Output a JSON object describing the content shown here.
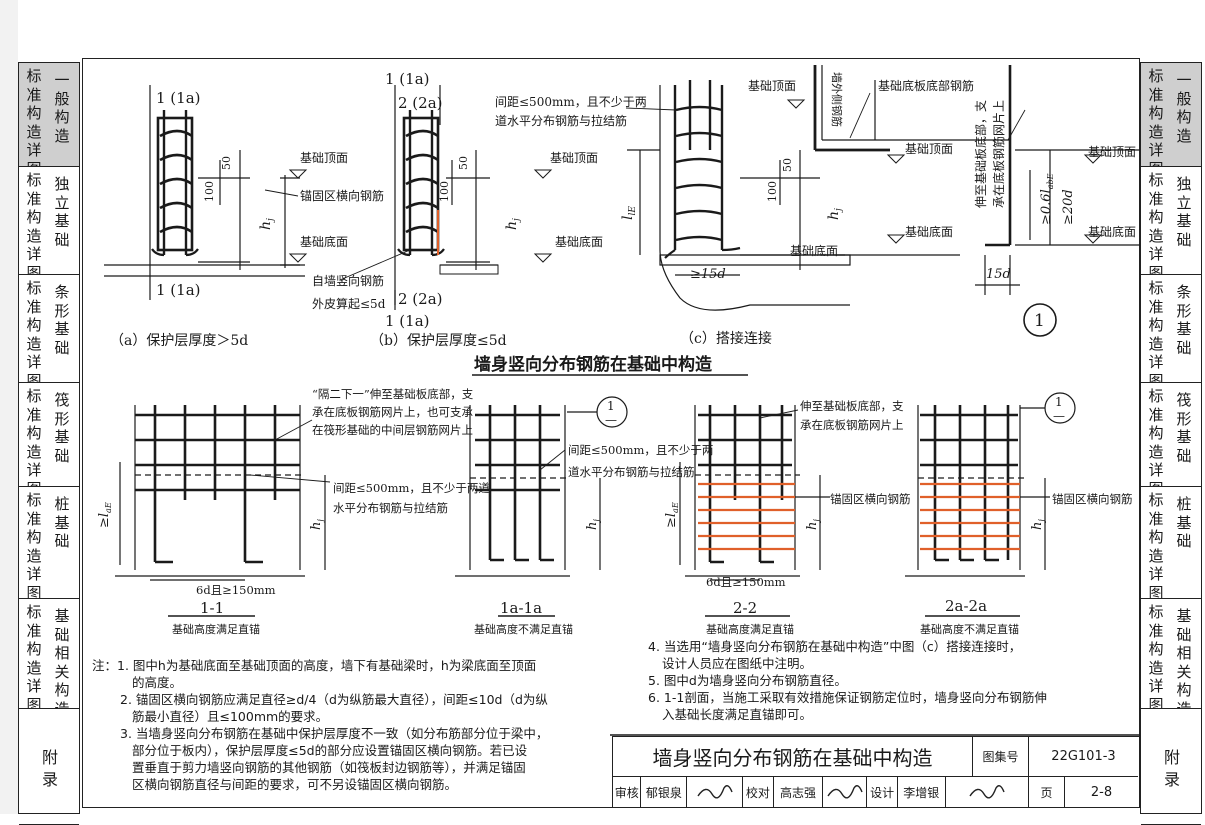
{
  "left_tabs": [
    {
      "a": "标准构造详图",
      "b": "一般构造",
      "active": true
    },
    {
      "a": "标准构造详图",
      "b": "独立基础",
      "active": false
    },
    {
      "a": "标准构造详图",
      "b": "条形基础",
      "active": false
    },
    {
      "a": "标准构造详图",
      "b": "筏形基础",
      "active": false
    },
    {
      "a": "标准构造详图",
      "b": "桩基础",
      "active": false
    },
    {
      "a": "标准构造详图",
      "b": "基础相关构造",
      "active": false
    },
    {
      "a": "附录",
      "b": "",
      "active": false
    }
  ],
  "right_tabs": [
    {
      "a": "标准构造详图",
      "b": "一般构造",
      "active": true
    },
    {
      "a": "标准构造详图",
      "b": "独立基础",
      "active": false
    },
    {
      "a": "标准构造详图",
      "b": "条形基础",
      "active": false
    },
    {
      "a": "标准构造详图",
      "b": "筏形基础",
      "active": false
    },
    {
      "a": "标准构造详图",
      "b": "桩基础",
      "active": false
    },
    {
      "a": "标准构造详图",
      "b": "基础相关构造",
      "active": false
    },
    {
      "a": "附录",
      "b": "",
      "active": false
    }
  ],
  "top": {
    "a": {
      "cap_top": "1 (1a)",
      "cap_bot": "1 (1a)",
      "d50": "50",
      "d100": "100",
      "dim": "h",
      "dim_sub": "j",
      "caption": "（a）保护层厚度＞5d"
    },
    "b": {
      "cap_top1": "1 (1a)",
      "cap_top2": "2 (2a)",
      "cap_bot1": "2 (2a)",
      "cap_bot2": "1 (1a)",
      "d50": "50",
      "d100": "100",
      "dim": "h",
      "dim_sub": "j",
      "lbl_top": "基础顶面",
      "lbl_anchor": "锚固区横向钢筋",
      "lbl_bot": "基础底面",
      "lbl_note1": "自墙竖向钢筋",
      "lbl_note2": "外皮算起≤5d",
      "caption": "（b）保护层厚度≤5d"
    },
    "c": {
      "spacing1": "间距≤500mm，且不少于两",
      "spacing2": "道水平分布钢筋与拉结筋",
      "lbl_top": "基础顶面",
      "lbl_bot": "基础底面",
      "d50": "50",
      "d100": "100",
      "dim": "h",
      "dim_sub": "j",
      "lap": "l",
      "lap_sub": "lE",
      "d15": "≥15d",
      "caption": "（c）搭接连接"
    },
    "d": {
      "lbl_top_c": "基础顶面",
      "lbl_bot_c": "基础底面",
      "lbl_wall": "墙外侧钢筋",
      "lbl_mat": "基础底板底部钢筋",
      "lbl_top": "基础顶面",
      "lbl_bot": "基础底面",
      "note1": "伸至基础板底部，支",
      "note2": "承在底板钢筋网片上",
      "d06": "≥0.6l",
      "d06_sub": "abE",
      "d20": "≥20d",
      "d15": "15d",
      "marker": "1"
    }
  },
  "section_title": "墙身竖向分布钢筋在基础中构造",
  "sections": {
    "s1": {
      "note1": "“隔二下一”伸至基础板底部，支",
      "note2": "承在底板钢筋网片上，也可支承",
      "note3": "在筏形基础的中间层钢筋网片上",
      "spacing1": "间距≤500mm，且不少于两道",
      "spacing2": "水平分布钢筋与拉结筋",
      "lae": "≥l",
      "lae_sub": "aE",
      "hj": "h",
      "hj_sub": "j",
      "bottom": "6d且≥150mm",
      "title": "1-1",
      "sub": "基础高度满足直锚"
    },
    "s1a": {
      "spacing1": "间距≤500mm，且不少于两",
      "spacing2": "道水平分布钢筋与拉结筋",
      "hj": "h",
      "hj_sub": "j",
      "title": "1a-1a",
      "sub": "基础高度不满足直锚",
      "ref_top": "1",
      "ref_bot": "—"
    },
    "s2": {
      "note1": "伸至基础板底部，支",
      "note2": "承在底板钢筋网片上",
      "anchor": "锚固区横向钢筋",
      "lae": "≥l",
      "lae_sub": "aE",
      "hj": "h",
      "hj_sub": "j",
      "bottom": "6d且≥150mm",
      "title": "2-2",
      "sub": "基础高度满足直锚"
    },
    "s2a": {
      "anchor": "锚固区横向钢筋",
      "hj": "h",
      "hj_sub": "j",
      "title": "2a-2a",
      "sub": "基础高度不满足直锚",
      "ref_top": "1",
      "ref_bot": "—"
    }
  },
  "notes_left": [
    "注：1. 图中h",
    "2. 锚固区横向钢筋应满足直径≥d/4（d为纵筋最大直径），间距≤10d（d为纵",
    "筋最小直径）且≤100mm的要求。",
    "3. 当墙身竖向分布钢筋在基础中保护层厚度不一致（如分布筋部分位于梁中，",
    "部分位于板内），保护层厚度≤5d的部分应设置锚固区横向钢筋。若已设",
    "置垂直于剪力墙竖向钢筋的其他钢筋（如筏板封边钢筋等），并满足锚固",
    "区横向钢筋直径与间距的要求，可不另设锚固区横向钢筋。"
  ],
  "note1_text": "注：1. 图中h为基础底面至基础顶面的高度，墙下有基础梁时，h为梁底面至顶面",
  "note1_cont": "的高度。",
  "notes_right": [
    "4. 当选用“墙身竖向分布钢筋在基础中构造”中图（c）搭接连接时，",
    "设计人员应在图纸中注明。",
    "5. 图中d为墙身竖向分布钢筋直径。",
    "6. 1-1剖面，当施工采取有效措施保证钢筋定位时，墙身竖向分布钢筋伸",
    "入基础长度满足直锚即可。"
  ],
  "title_block": {
    "title": "墙身竖向分布钢筋在基础中构造",
    "atlas_label": "图集号",
    "atlas_no": "22G101-3",
    "page_label": "页",
    "page_no": "2-8",
    "roles": [
      "审核",
      "郁银泉",
      "",
      "校对",
      "高志强",
      "",
      "设计",
      "李增银",
      ""
    ]
  },
  "colors": {
    "line": "#1a1a1a",
    "rebar_red": "#e0602a",
    "active_tab": "#cfcfcf"
  }
}
